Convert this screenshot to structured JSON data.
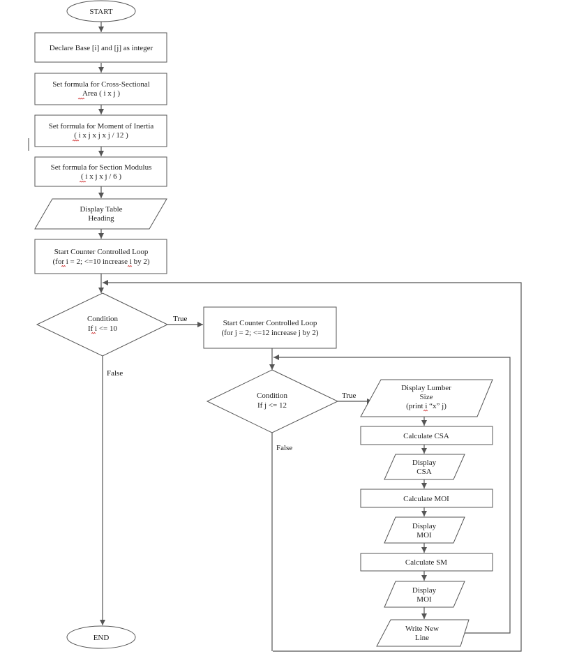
{
  "flowchart": {
    "start": "START",
    "end": "END",
    "declare": "Declare Base [i] and [j] as integer",
    "csa_formula": [
      "Set formula for Cross-Sectional",
      "Area ( i x j )"
    ],
    "moi_formula": [
      "Set formula for Moment of Inertia",
      "( i x j x j x j / 12 )"
    ],
    "sm_formula": [
      "Set formula for Section Modulus",
      "( i x j x j / 6 )"
    ],
    "display_heading": [
      "Display Table",
      "Heading"
    ],
    "outer_loop": [
      "Start Counter Controlled Loop",
      "(for i = 2; <=10 increase i by 2)"
    ],
    "outer_condition": [
      "Condition",
      "If i <= 10"
    ],
    "inner_loop": [
      "Start Counter Controlled Loop",
      "(for j = 2; <=12 increase j by 2)"
    ],
    "inner_condition": [
      "Condition",
      "If j <= 12"
    ],
    "display_lumber": [
      "Display Lumber",
      "Size",
      "(print i “x” j)"
    ],
    "calc_csa": "Calculate CSA",
    "display_csa": [
      "Display",
      "CSA"
    ],
    "calc_moi": "Calculate MOI",
    "display_moi": [
      "Display",
      "MOI"
    ],
    "calc_sm": "Calculate SM",
    "display_sm": [
      "Display",
      "MOI"
    ],
    "write_line": [
      "Write New",
      "Line"
    ],
    "true_label": "True",
    "false_label": "False"
  },
  "colors": {
    "stroke": "#555555",
    "text": "#222222",
    "spellcheck": "#d23c3c"
  }
}
